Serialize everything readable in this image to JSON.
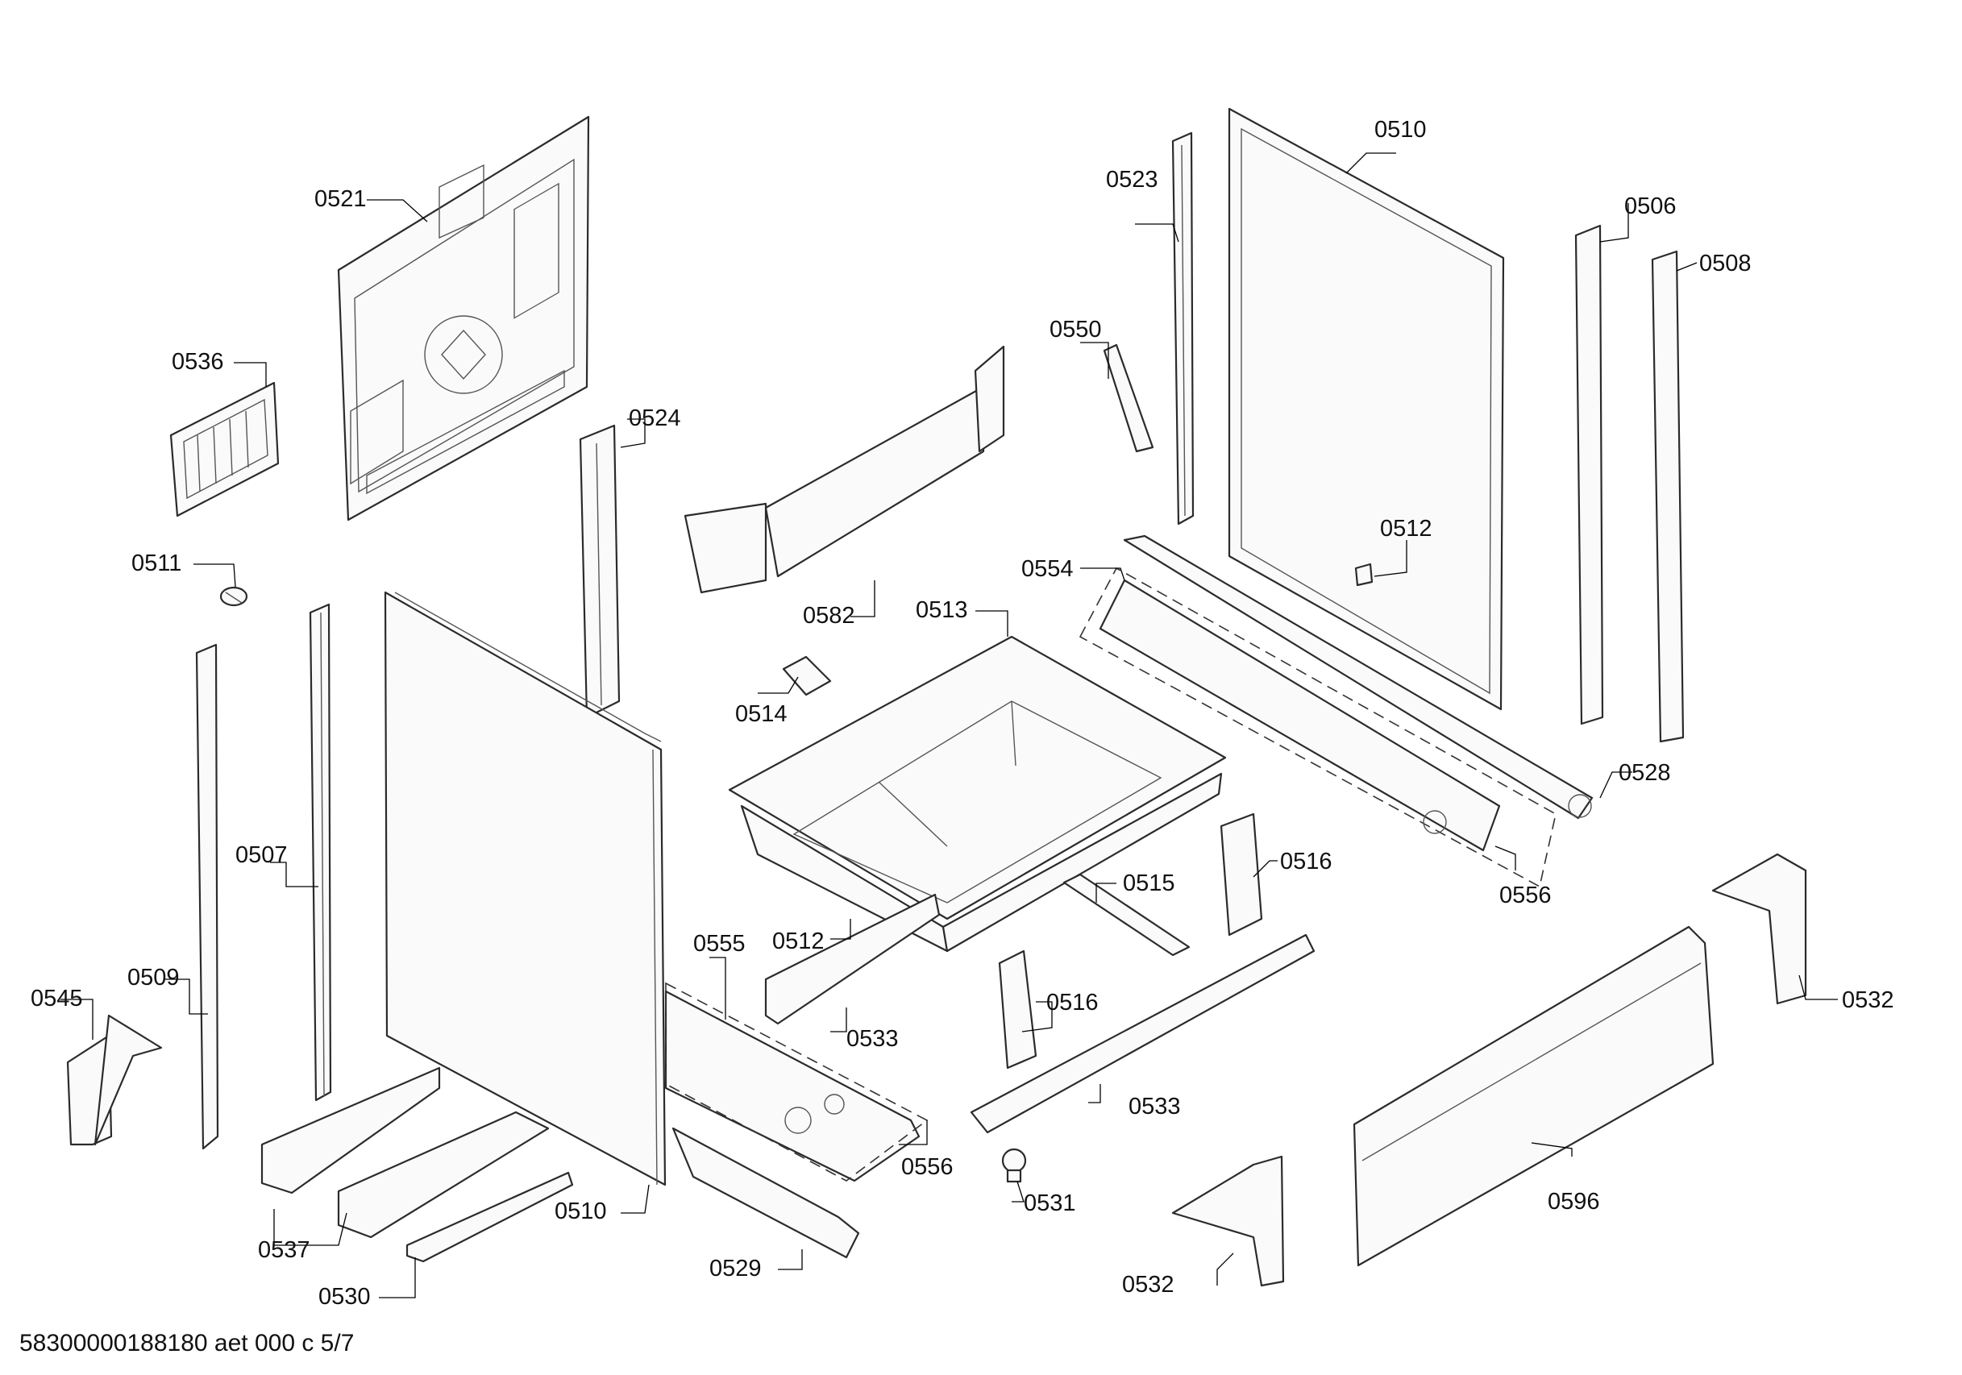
{
  "document_code": "58300000188180 aet 000 c 5/7",
  "callouts": {
    "c0521": "0521",
    "c0536": "0536",
    "c0524": "0524",
    "c0511": "0511",
    "c0507": "0507",
    "c0509": "0509",
    "c0545": "0545",
    "c0537": "0537",
    "c0530": "0530",
    "c0510a": "0510",
    "c0529": "0529",
    "c0556a": "0556",
    "c0555": "0555",
    "c0512a": "0512",
    "c0533a": "0533",
    "c0514": "0514",
    "c0582": "0582",
    "c0513": "0513",
    "c0550": "0550",
    "c0523": "0523",
    "c0510b": "0510",
    "c0512b": "0512",
    "c0554": "0554",
    "c0506": "0506",
    "c0508": "0508",
    "c0528": "0528",
    "c0556b": "0556",
    "c0515": "0515",
    "c0516a": "0516",
    "c0516b": "0516",
    "c0533b": "0533",
    "c0531": "0531",
    "c0532a": "0532",
    "c0532b": "0532",
    "c0596": "0596"
  }
}
